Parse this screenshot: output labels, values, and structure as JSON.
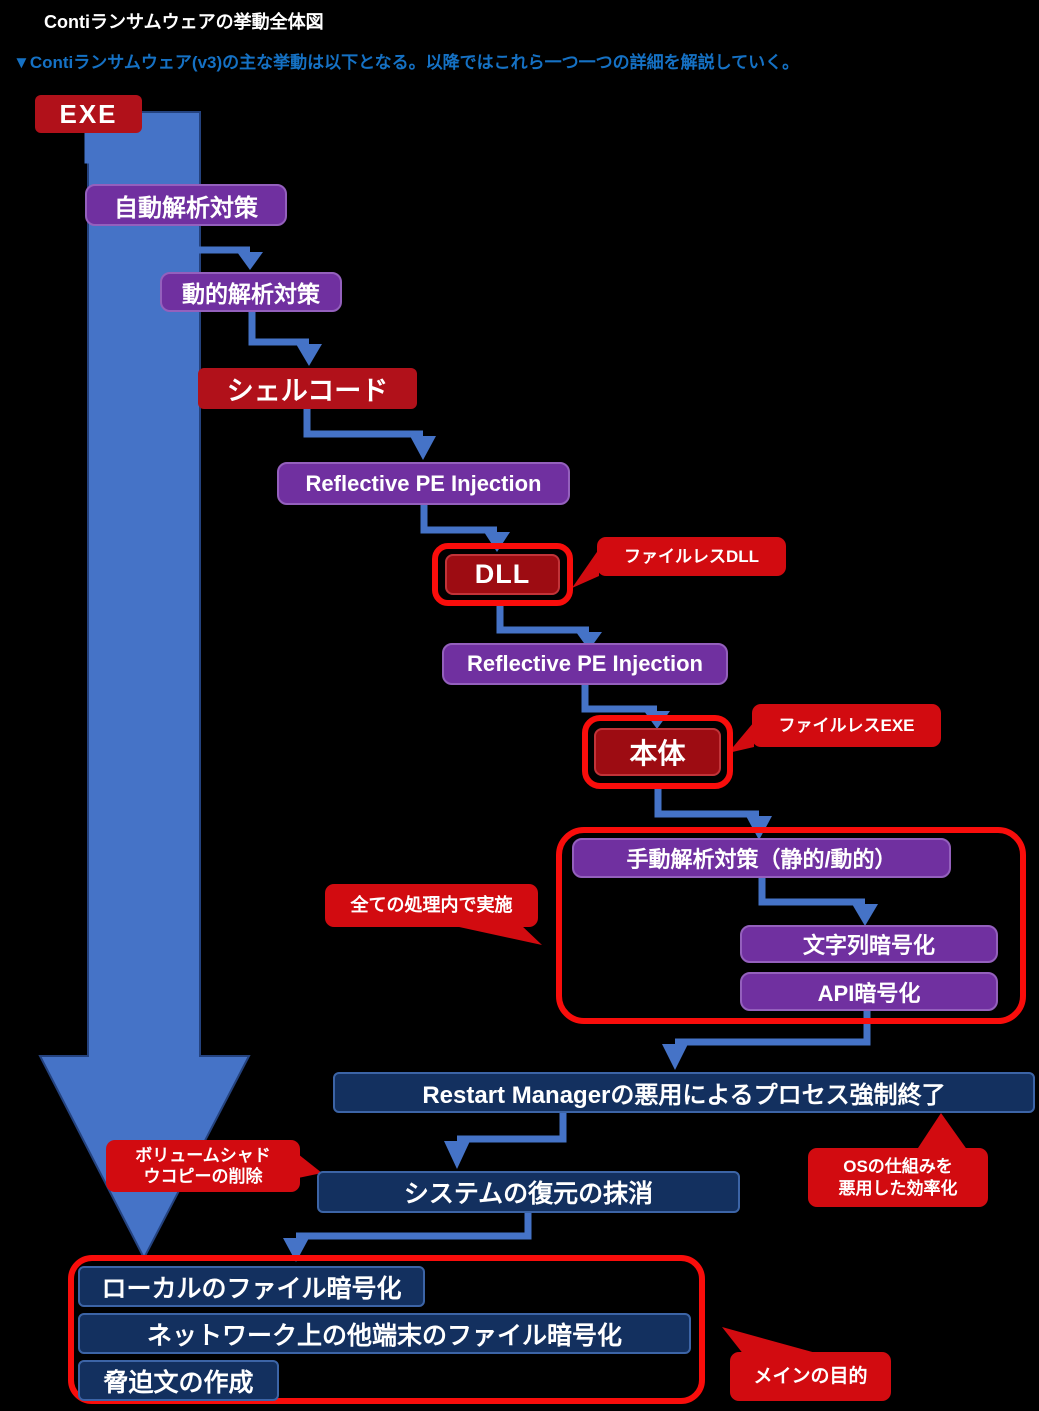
{
  "header": {
    "title": "Contiランサムウェアの挙動全体図",
    "subtitle": "▼Contiランサムウェア(v3)の主な挙動は以下となる。以降ではこれら一つ一つの詳細を解説していく。"
  },
  "nodes": {
    "exe": "EXE",
    "auto_analysis": "自動解析対策",
    "dynamic_analysis": "動的解析対策",
    "shellcode": "シェルコード",
    "reflective_pe_1": "Reflective PE Injection",
    "dll": "DLL",
    "reflective_pe_2": "Reflective PE Injection",
    "main_body": "本体",
    "manual_analysis": "手動解析対策（静的/動的）",
    "string_encryption": "文字列暗号化",
    "api_encryption": "API暗号化",
    "restart_manager": "Restart Managerの悪用によるプロセス強制終了",
    "system_restore": "システムの復元の抹消",
    "local_encryption": "ローカルのファイル暗号化",
    "network_encryption": "ネットワーク上の他端末のファイル暗号化",
    "ransom_note": "脅迫文の作成"
  },
  "callouts": {
    "fileless_dll": "ファイルレスDLL",
    "fileless_exe": "ファイルレスEXE",
    "all_processing": "全ての処理内で実施",
    "volume_shadow_line1": "ボリュームシャド",
    "volume_shadow_line2": "ウコピーの削除",
    "os_line1": "OSの仕組みを",
    "os_line2": "悪用した効率化",
    "main_purpose": "メインの目的"
  },
  "colors": {
    "background": "#000000",
    "subtitle_blue": "#1571C4",
    "flow_arrow_blue": "#4573C7",
    "purple_box": "#7030A0",
    "navy_box": "#13305F",
    "dark_red_box": "#B1111A",
    "inner_red_box": "#9D0C12",
    "callout_red": "#D20B10",
    "outline_red": "#F90D0B",
    "text_white": "#FFFFFF"
  }
}
